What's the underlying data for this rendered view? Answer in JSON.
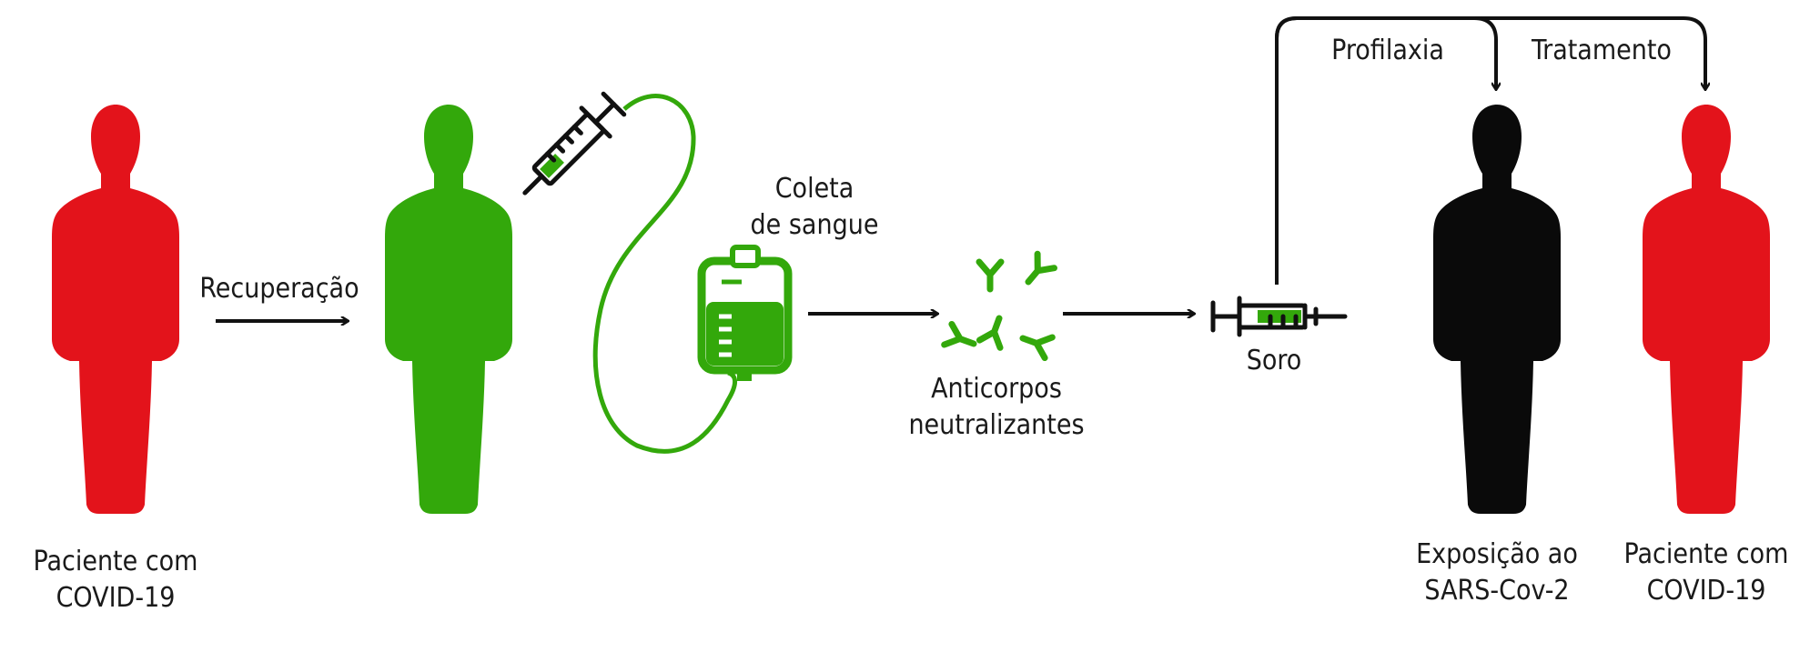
{
  "colors": {
    "sick": "#e3131b",
    "recovered": "#33a80b",
    "exposed": "#0a0a0a",
    "arrow": "#111111",
    "background": "#ffffff"
  },
  "icons": {
    "sick_person": "person-silhouette-icon",
    "recovered_person": "person-silhouette-icon",
    "collection_syringe": "syringe-icon",
    "blood_bag": "blood-bag-icon",
    "antibodies": "antibody-icon",
    "serum_syringe": "syringe-icon",
    "exposed_person": "person-silhouette-icon"
  },
  "labels": {
    "patient_left": [
      "Paciente com",
      "COVID-19"
    ],
    "recovery": "Recuperação",
    "blood_collection": [
      "Coleta",
      "de sangue"
    ],
    "antibodies": [
      "Anticorpos",
      "neutralizantes"
    ],
    "serum": "Soro",
    "prophylaxis": "Profilaxia",
    "treatment": "Tratamento",
    "exposure": [
      "Exposição ao",
      "SARS-Cov-2"
    ],
    "patient_right": [
      "Paciente com",
      "COVID-19"
    ]
  }
}
